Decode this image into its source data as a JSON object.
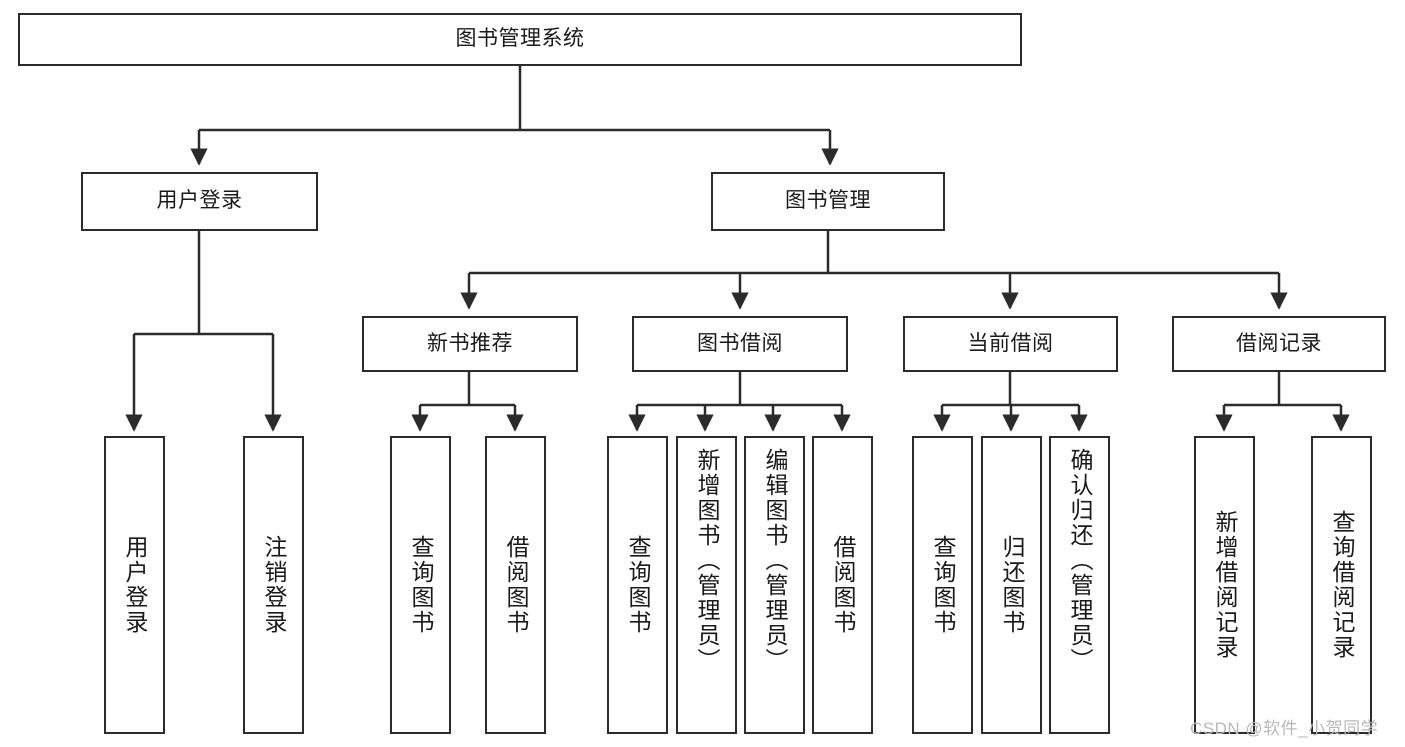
{
  "diagram": {
    "type": "tree",
    "title": "图书管理系统",
    "watermark": "CSDN @软件_小贺同学",
    "colors": {
      "box_border": "#2b2b2b",
      "box_fill": "#ffffff",
      "connector": "#2b2b2b",
      "text": "#1a1a1a",
      "watermark": "#b9b9b9",
      "background": "#ffffff"
    },
    "nodes": {
      "root": {
        "label": "图书管理系统",
        "level": 0,
        "orientation": "horizontal"
      },
      "user_login": {
        "label": "用户登录",
        "level": 1,
        "orientation": "horizontal"
      },
      "book_manage": {
        "label": "图书管理",
        "level": 1,
        "orientation": "horizontal"
      },
      "new_book_rec": {
        "label": "新书推荐",
        "level": 2,
        "orientation": "horizontal"
      },
      "book_borrow": {
        "label": "图书借阅",
        "level": 2,
        "orientation": "horizontal"
      },
      "current_borrow": {
        "label": "当前借阅",
        "level": 2,
        "orientation": "horizontal"
      },
      "borrow_record": {
        "label": "借阅记录",
        "level": 2,
        "orientation": "horizontal"
      },
      "leaf_user_login": {
        "label": "用户登录",
        "level": 3,
        "orientation": "vertical"
      },
      "leaf_logout": {
        "label": "注销登录",
        "level": 3,
        "orientation": "vertical"
      },
      "leaf_query_book_1": {
        "label": "查询图书",
        "level": 3,
        "orientation": "vertical"
      },
      "leaf_borrow_book_1": {
        "label": "借阅图书",
        "level": 3,
        "orientation": "vertical"
      },
      "leaf_query_book_2": {
        "label": "查询图书",
        "level": 3,
        "orientation": "vertical"
      },
      "leaf_add_book": {
        "label": "新增图书（管理员）",
        "level": 3,
        "orientation": "vertical"
      },
      "leaf_edit_book": {
        "label": "编辑图书（管理员）",
        "level": 3,
        "orientation": "vertical"
      },
      "leaf_borrow_book_2": {
        "label": "借阅图书",
        "level": 3,
        "orientation": "vertical"
      },
      "leaf_query_book_3": {
        "label": "查询图书",
        "level": 3,
        "orientation": "vertical"
      },
      "leaf_return_book": {
        "label": "归还图书",
        "level": 3,
        "orientation": "vertical"
      },
      "leaf_confirm_return": {
        "label": "确认归还（管理员）",
        "level": 3,
        "orientation": "vertical"
      },
      "leaf_add_record": {
        "label": "新增借阅记录",
        "level": 3,
        "orientation": "vertical"
      },
      "leaf_query_record": {
        "label": "查询借阅记录",
        "level": 3,
        "orientation": "vertical"
      }
    },
    "edges": [
      {
        "from": "root",
        "to": "user_login"
      },
      {
        "from": "root",
        "to": "book_manage"
      },
      {
        "from": "book_manage",
        "to": "new_book_rec"
      },
      {
        "from": "book_manage",
        "to": "book_borrow"
      },
      {
        "from": "book_manage",
        "to": "current_borrow"
      },
      {
        "from": "book_manage",
        "to": "borrow_record"
      },
      {
        "from": "user_login",
        "to": "leaf_user_login"
      },
      {
        "from": "user_login",
        "to": "leaf_logout"
      },
      {
        "from": "new_book_rec",
        "to": "leaf_query_book_1"
      },
      {
        "from": "new_book_rec",
        "to": "leaf_borrow_book_1"
      },
      {
        "from": "book_borrow",
        "to": "leaf_query_book_2"
      },
      {
        "from": "book_borrow",
        "to": "leaf_add_book"
      },
      {
        "from": "book_borrow",
        "to": "leaf_edit_book"
      },
      {
        "from": "book_borrow",
        "to": "leaf_borrow_book_2"
      },
      {
        "from": "current_borrow",
        "to": "leaf_query_book_3"
      },
      {
        "from": "current_borrow",
        "to": "leaf_return_book"
      },
      {
        "from": "current_borrow",
        "to": "leaf_confirm_return"
      },
      {
        "from": "borrow_record",
        "to": "leaf_add_record"
      },
      {
        "from": "borrow_record",
        "to": "leaf_query_record"
      }
    ]
  }
}
